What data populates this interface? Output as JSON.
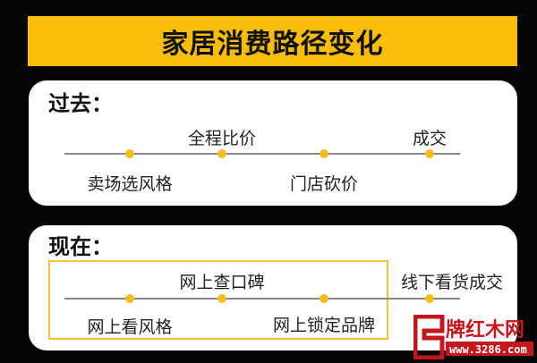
{
  "title": "家居消费路径变化",
  "accent": "#fbbd0c",
  "past": {
    "heading": "过去：",
    "top_labels": [
      "全程比价",
      "成交"
    ],
    "bottom_labels": [
      "卖场选风格",
      "门店砍价"
    ]
  },
  "now": {
    "heading": "现在：",
    "top_labels": [
      "网上查口碑",
      "线下看货成交"
    ],
    "bottom_labels": [
      "网上看风格",
      "网上锁定品牌"
    ]
  },
  "watermark": {
    "text": "牌红木网",
    "url": "www.3286.com"
  }
}
